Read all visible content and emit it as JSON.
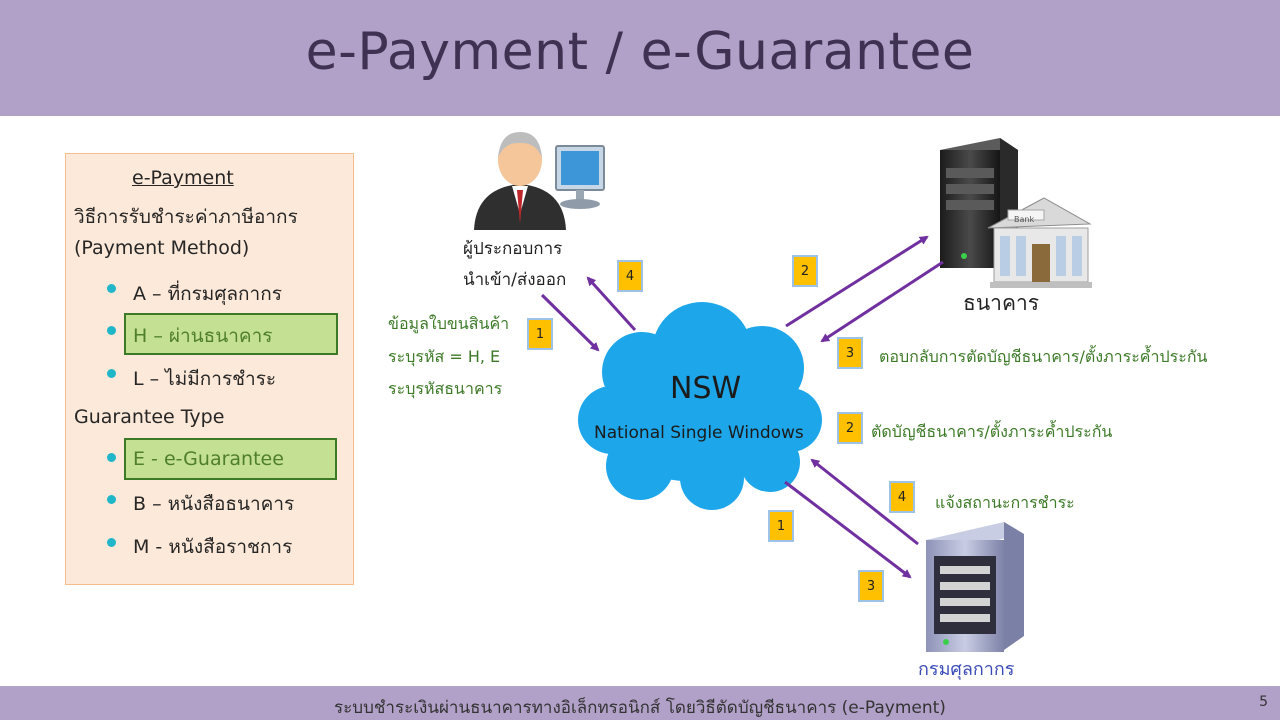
{
  "header": {
    "title": "e-Payment / e-Guarantee"
  },
  "panel": {
    "title": "e-Payment",
    "line1": "วิธีการรับชำระค่าภาษีอากร",
    "line2": "(Payment Method)",
    "payment_methods": [
      {
        "label": "A – ที่กรมศุลกากร",
        "highlighted": false
      },
      {
        "label": "H – ผ่านธนาคาร",
        "highlighted": true
      },
      {
        "label": "L – ไม่มีการชำระ",
        "highlighted": false
      }
    ],
    "guarantee_heading": "Guarantee Type",
    "guarantee_types": [
      {
        "label": "E - e-Guarantee",
        "highlighted": true
      },
      {
        "label": "B – หนังสือธนาคาร",
        "highlighted": false
      },
      {
        "label": "M - หนังสือราชการ",
        "highlighted": false
      }
    ]
  },
  "diagram": {
    "importer_label_1": "ผู้ประกอบการ",
    "importer_label_2": "นำเข้า/ส่งออก",
    "bank_label": "ธนาคาร",
    "bank_sign": "Bank",
    "customs_label": "กรมศุลกากร",
    "nsw_title": "NSW",
    "nsw_subtitle": "National Single Windows",
    "info_lines": [
      "ข้อมูลใบขนสินค้า",
      "ระบุรหัส = H, E",
      "ระบุรหัสธนาคาร"
    ],
    "bank_reply": "ตอบกลับการตัดบัญชีธนาคาร/ตั้งภาระค้ำประกัน",
    "bank_request": "ตัดบัญชีธนาคาร/ตั้งภาระค้ำประกัน",
    "customs_notify": "แจ้งสถานะการชำระ",
    "badges": {
      "importer_out": "1",
      "importer_in": "4",
      "bank_out": "2",
      "bank_in": "3",
      "bank_request": "2",
      "customs_notify": "4",
      "customs_in": "1",
      "customs_out": "3"
    }
  },
  "colors": {
    "header_bg": "#b1a0c7",
    "panel_bg": "#fde9d9",
    "highlight_bg": "#c3e093",
    "cloud": "#1da7ea",
    "arrow": "#7030a0",
    "badge": "#ffc000",
    "green_text": "#3d7a28"
  },
  "footer": {
    "text": "ระบบชำระเงินผ่านธนาคารทางอิเล็กทรอนิกส์ โดยวิธีตัดบัญชีธนาคาร (e-Payment)",
    "page_number": "5"
  }
}
